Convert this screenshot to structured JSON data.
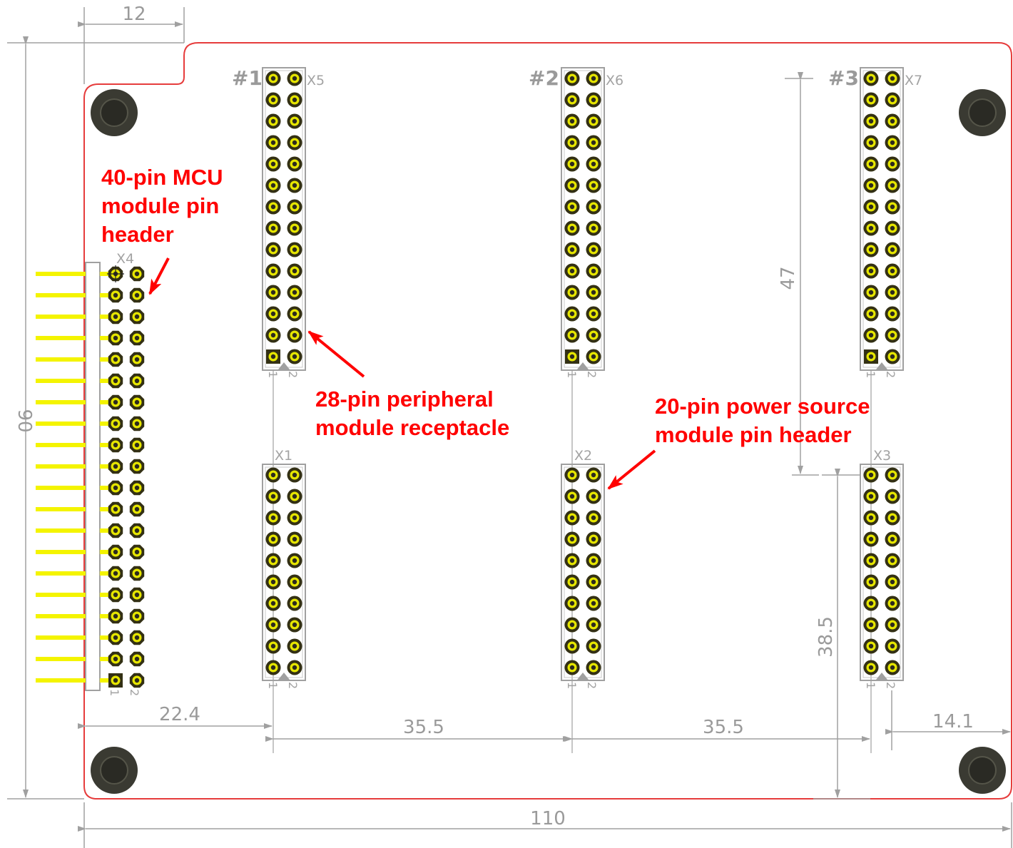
{
  "colors": {
    "outline": "#e63c3c",
    "dimension": "#a0a0a0",
    "pad_ring": "#333014",
    "pad_fill": "#e6e600",
    "hole": "#2c2a1e",
    "mounting_hole": "#3a3a32",
    "pin_stub": "#f4f400",
    "annotation": "#ff0000"
  },
  "dimensions": {
    "tab_width": "12",
    "board_height": "90",
    "mcu_offset": "22.4",
    "pitch_1_2": "35.5",
    "pitch_2_3": "35.5",
    "right_margin": "14.1",
    "board_width": "110",
    "vertical_spacing": "47",
    "lower_offset": "38.5"
  },
  "slots": [
    "#1",
    "#2",
    "#3"
  ],
  "connectors": {
    "x1": "X1",
    "x2": "X2",
    "x3": "X3",
    "x4": "X4",
    "x5": "X5",
    "x6": "X6",
    "x7": "X7"
  },
  "pin_numbers": {
    "first": "1",
    "second": "2"
  },
  "annotations": {
    "mcu": [
      "40-pin MCU",
      "module pin",
      "header"
    ],
    "peripheral": [
      "28-pin peripheral",
      "module receptacle"
    ],
    "power": [
      "20-pin power source",
      "module pin header"
    ]
  }
}
